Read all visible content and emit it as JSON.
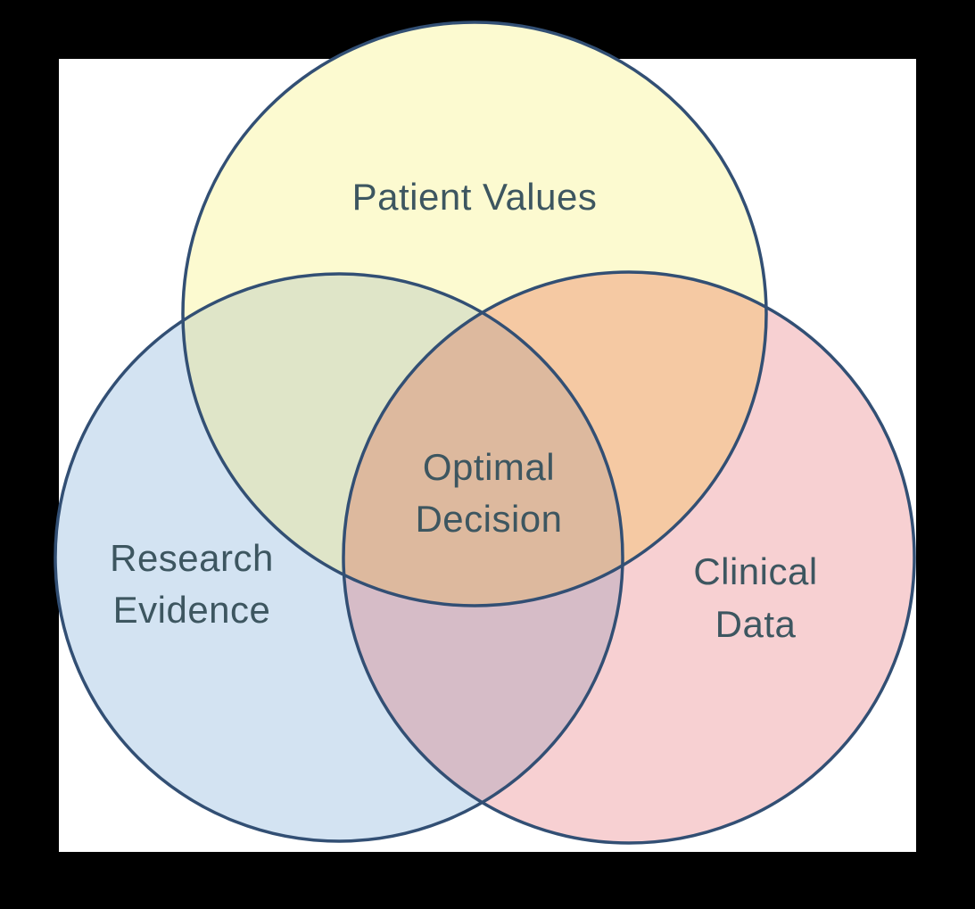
{
  "diagram": {
    "circles": {
      "top": {
        "label": "Patient Values",
        "fill": "#fcfad0"
      },
      "left": {
        "label_line1": "Research",
        "label_line2": "Evidence",
        "fill": "#d3e3f2"
      },
      "right": {
        "label_line1": "Clinical",
        "label_line2": "Data",
        "fill": "#f7d0d2"
      }
    },
    "center": {
      "label_line1": "Optimal",
      "label_line2": "Decision"
    },
    "outline_color": "#324f74",
    "text_color": "#3d5660",
    "overlap_colors": {
      "top_left": "#dfe5c8",
      "top_right": "#f5c9a3",
      "left_right": "#d6bcc7",
      "center": "#ddb99e"
    }
  }
}
